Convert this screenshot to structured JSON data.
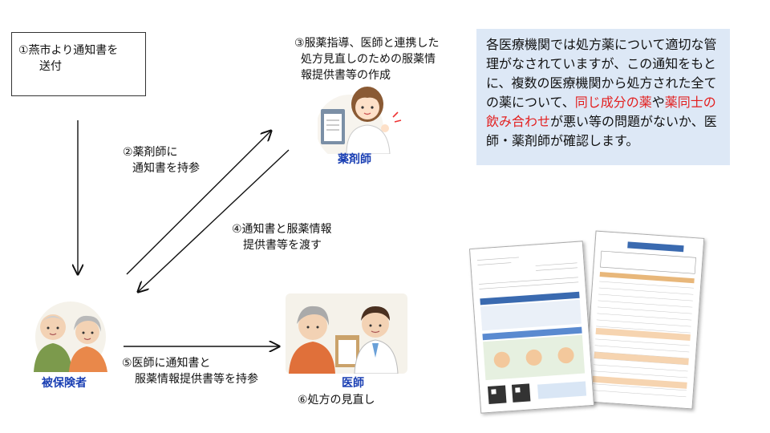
{
  "step1": {
    "line1": "①燕市より通知書を",
    "line2": "送付"
  },
  "step2": {
    "line1": "②薬剤師に",
    "line2": "通知書を持参"
  },
  "step3": {
    "line1": "③服薬指導、医師と連携した",
    "line2": "処方見直しのための服薬情",
    "line3": "報提供書等の作成"
  },
  "step4": {
    "line1": "④通知書と服薬情報",
    "line2": "提供書等を渡す"
  },
  "step5": {
    "line1": "⑤医師に通知書と",
    "line2": "服薬情報提供書等を持参"
  },
  "step6": "⑥処方の見直し",
  "roles": {
    "pharmacist": "薬剤師",
    "insured": "被保険者",
    "doctor": "医師"
  },
  "note": {
    "part1": "各医療機関では処方薬について適切な管理がなされていますが、この通知をもとに、複数の医療機関から処方された全ての薬について、",
    "red1": "同じ成分の薬",
    "mid": "や",
    "red2": "薬同士の飲み合わせ",
    "part2": "が悪い等の問題がないか、医師・薬剤師が確認します。"
  },
  "colors": {
    "note_bg": "#dde8f6",
    "highlight": "#e31e1e",
    "role_label": "#1a3fb3"
  }
}
